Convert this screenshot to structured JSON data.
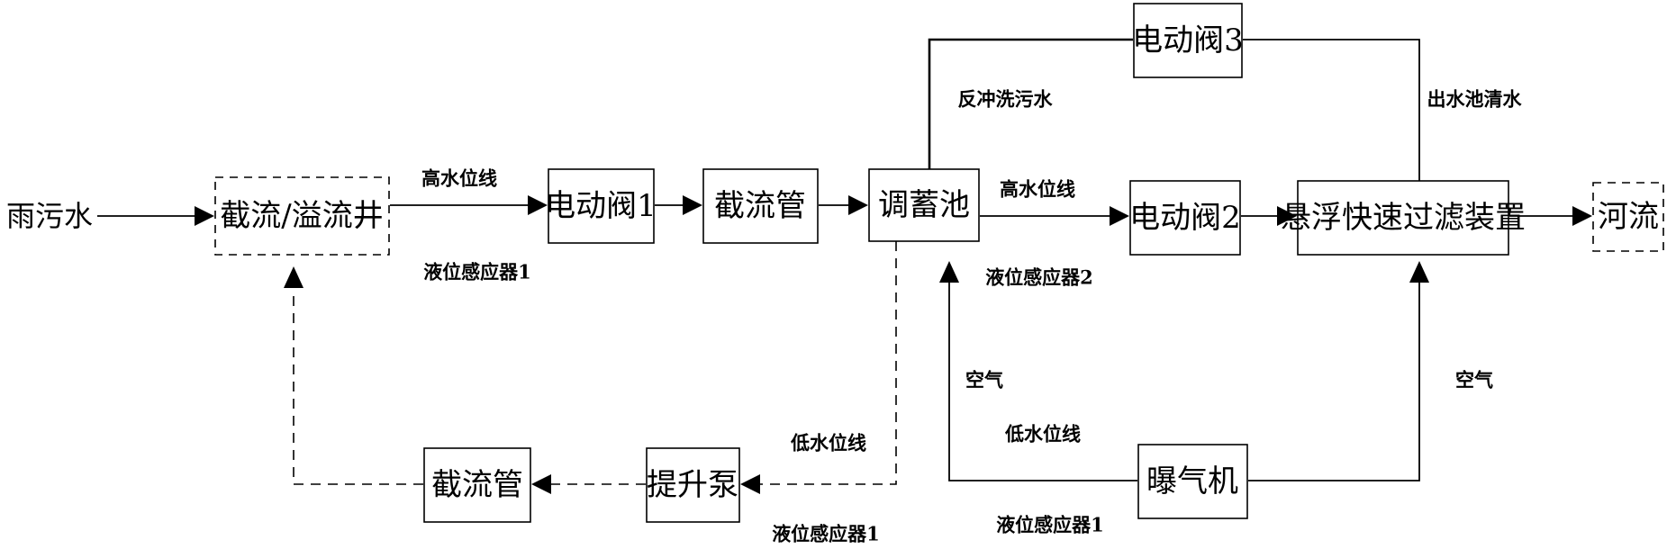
{
  "nodes": {
    "source": "雨污水",
    "intercept_overflow_well": "截流/溢流井",
    "electric_valve_1": "电动阀1",
    "intercept_pipe_top": "截流管",
    "storage_tank": "调蓄池",
    "electric_valve_2": "电动阀2",
    "filter_device": "悬浮快速过滤装置",
    "river": "河流",
    "electric_valve_3": "电动阀3",
    "lift_pump": "提升泵",
    "intercept_pipe_bottom": "截流管",
    "aerator": "曝气机"
  },
  "labels": {
    "high_level_1": "高水位线",
    "level_sensor_1_top": "液位感应器1",
    "high_level_2": "高水位线",
    "level_sensor_2": "液位感应器2",
    "backwash_water": "反冲洗污水",
    "outlet_clear_water": "出水池清水",
    "low_level_pump": "低水位线",
    "level_sensor_1_pump": "液位感应器1",
    "air_left": "空气",
    "low_level_aerator": "低水位线",
    "level_sensor_1_aerator": "液位感应器1",
    "air_right": "空气"
  }
}
